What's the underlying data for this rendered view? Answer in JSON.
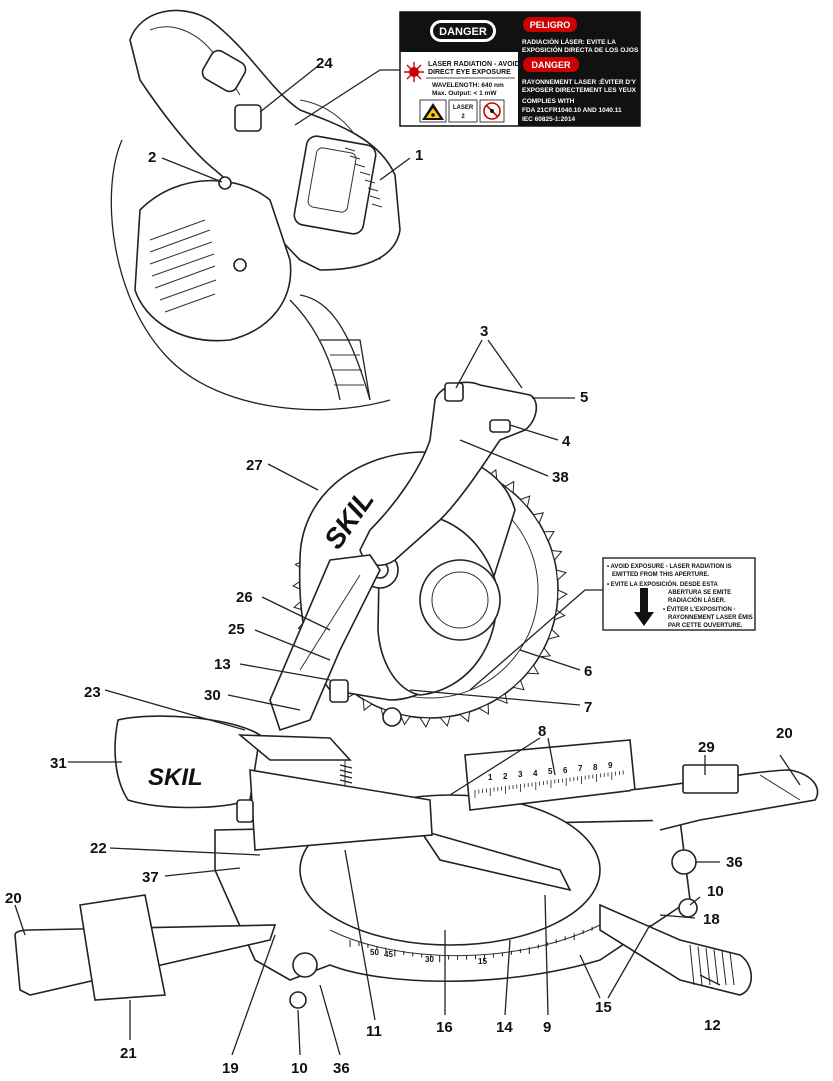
{
  "callouts": {
    "c1": "1",
    "c2": "2",
    "c3": "3",
    "c4": "4",
    "c5": "5",
    "c6": "6",
    "c7": "7",
    "c8": "8",
    "c9": "9",
    "c10a": "10",
    "c10b": "10",
    "c11": "11",
    "c12": "12",
    "c13": "13",
    "c14": "14",
    "c15": "15",
    "c16": "16",
    "c18": "18",
    "c19": "19",
    "c20a": "20",
    "c20b": "20",
    "c21": "21",
    "c22": "22",
    "c23": "23",
    "c24": "24",
    "c25": "25",
    "c26": "26",
    "c27": "27",
    "c29": "29",
    "c30": "30",
    "c31": "31",
    "c36a": "36",
    "c36b": "36",
    "c37": "37",
    "c38": "38"
  },
  "danger_label": {
    "danger_en": "DANGER",
    "warning_1": "LASER RADIATION - AVOID",
    "warning_2": "DIRECT EYE EXPOSURE",
    "wavelength": "WAVELENGTH: 640 nm",
    "output": "Max. Output: < 1 mW",
    "laser_class_1": "LASER",
    "laser_class_2": "2",
    "peligro": "PELIGRO",
    "es_1": "RADIACIÓN LÁSER: EVITE LA",
    "es_2": "EXPOSICIÓN DIRECTA DE LOS OJOS",
    "danger_fr": "DANGER",
    "fr_1": "RAYONNEMENT LASER :ÉVITER D'Y",
    "fr_2": "EXPOSER DIRECTEMENT LES YEUX",
    "comp_1": "COMPLIES WITH",
    "comp_2": "FDA 21CFR1040.10 AND 1040.11",
    "comp_3": "IEC 60825-1:2014"
  },
  "aperture_label": {
    "l1": "• AVOID EXPOSURE - LASER RADIATION IS",
    "l2": "EMITTED FROM THIS APERTURE.",
    "l3": "• EVITE LA EXPOSICIÓN. DESDE ESTA",
    "l4": "ABERTURA SE EMITE",
    "l5": "RADIACIÓN LÁSER.",
    "l6": "• ÉVITER L'EXPOSITION -",
    "l7": "RAYONNEMENT LASER ÉMIS",
    "l8": "PAR CETTE OUVERTURE."
  },
  "brand": {
    "guard": "SKIL",
    "dust_bag": "SKIL"
  },
  "fence_scale": [
    "1",
    "2",
    "3",
    "4",
    "5",
    "6",
    "7",
    "8",
    "9"
  ],
  "miter_scale": [
    "50",
    "45",
    "30",
    "15"
  ]
}
